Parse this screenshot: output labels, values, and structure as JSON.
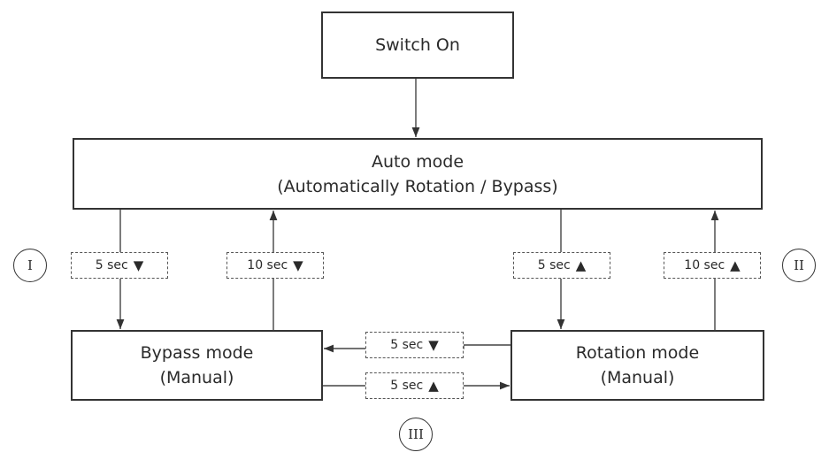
{
  "nodes": {
    "switch_on": "Switch On",
    "auto_mode": {
      "line1": "Auto mode",
      "line2": "(Automatically Rotation / Bypass)"
    },
    "bypass_mode": {
      "line1": "Bypass mode",
      "line2": "(Manual)"
    },
    "rotation_mode": {
      "line1": "Rotation mode",
      "line2": "(Manual)"
    }
  },
  "transitions": {
    "auto_to_bypass": {
      "time": "5 sec",
      "button": "down",
      "symbol": "▼"
    },
    "bypass_to_auto": {
      "time": "10 sec",
      "button": "down",
      "symbol": "▼"
    },
    "auto_to_rotation": {
      "time": "5 sec",
      "button": "up",
      "symbol": "▲"
    },
    "rotation_to_auto": {
      "time": "10 sec",
      "button": "up",
      "symbol": "▲"
    },
    "rotation_to_bypass": {
      "time": "5 sec",
      "button": "down",
      "symbol": "▼"
    },
    "bypass_to_rotation": {
      "time": "5 sec",
      "button": "up",
      "symbol": "▲"
    }
  },
  "markers": {
    "left": "I",
    "right": "II",
    "bottom": "III"
  }
}
